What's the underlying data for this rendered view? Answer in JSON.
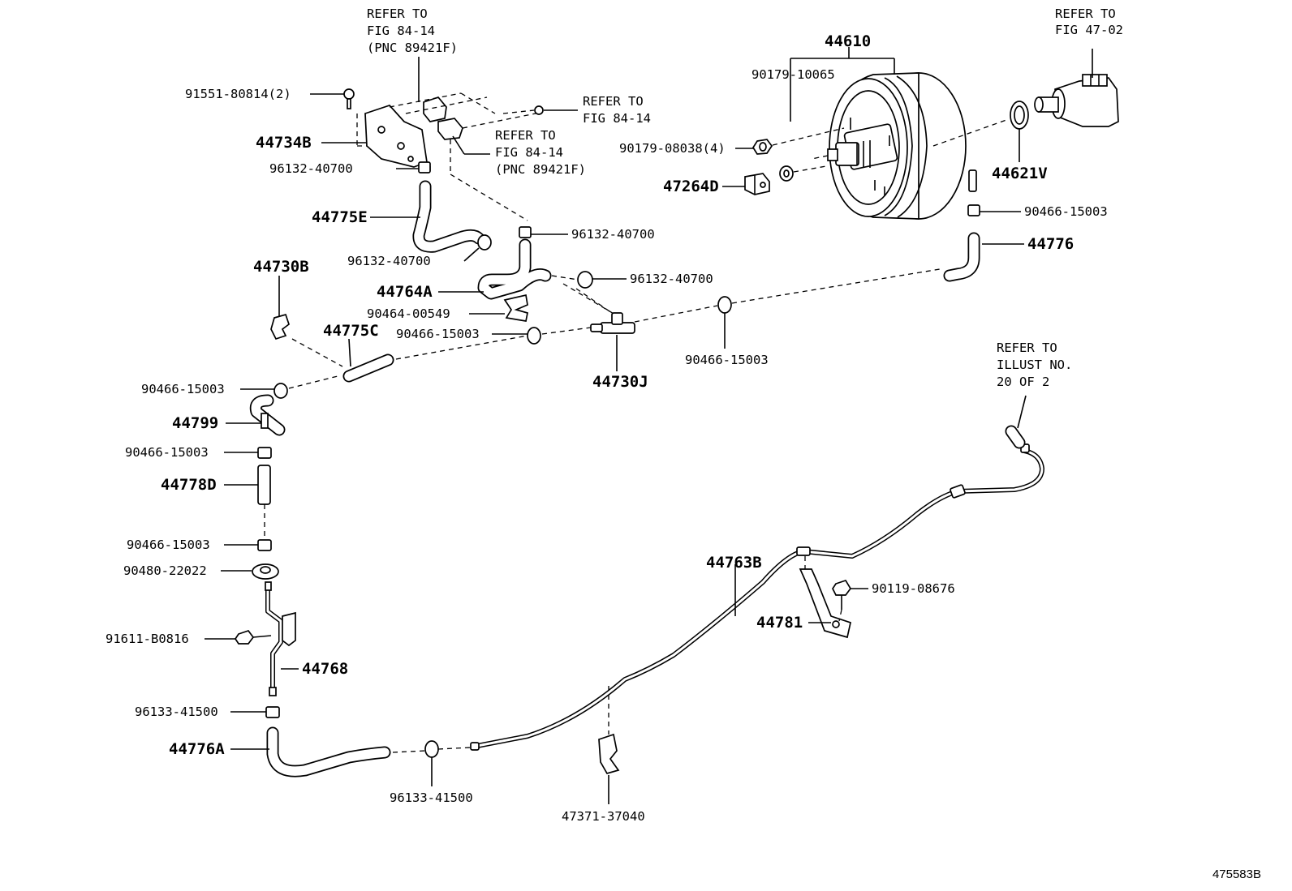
{
  "illustration_id": "475583B",
  "references": {
    "fig_84_14_pnc_top": [
      "REFER TO",
      "FIG 84-14",
      "(PNC 89421F)"
    ],
    "fig_84_14_plain": [
      "REFER TO",
      "FIG 84-14"
    ],
    "fig_84_14_pnc_mid": [
      "REFER TO",
      "FIG 84-14",
      "(PNC 89421F)"
    ],
    "fig_47_02": [
      "REFER TO",
      "FIG 47-02"
    ],
    "illust_20": [
      "REFER TO",
      "ILLUST NO.",
      "20 OF 2"
    ]
  },
  "parts": {
    "p44610": "44610",
    "p90179_10065": "90179-10065",
    "p90179_08038": "90179-08038(4)",
    "p47264D": "47264D",
    "p44621V": "44621V",
    "p90466_15003_right": "90466-15003",
    "p44776": "44776",
    "p91551_80814": "91551-80814(2)",
    "p44734B": "44734B",
    "p96132_40700_a": "96132-40700",
    "p44775E": "44775E",
    "p96132_40700_b": "96132-40700",
    "p96132_40700_c": "96132-40700",
    "p44764A": "44764A",
    "p96132_40700_d": "96132-40700",
    "p44730B": "44730B",
    "p90464_00549": "90464-00549",
    "p44775C": "44775C",
    "p90466_15003_mid": "90466-15003",
    "p44730J": "44730J",
    "p90466_15003_far": "90466-15003",
    "p90466_15003_left": "90466-15003",
    "p44799": "44799",
    "p90466_15003_l2": "90466-15003",
    "p44778D": "44778D",
    "p90466_15003_l3": "90466-15003",
    "p90480_22022": "90480-22022",
    "p91611_B0816": "91611-B0816",
    "p44768": "44768",
    "p96133_41500_a": "96133-41500",
    "p44776A": "44776A",
    "p96133_41500_b": "96133-41500",
    "p47371_37040": "47371-37040",
    "p44763B": "44763B",
    "p90119_08676": "90119-08676",
    "p44781": "44781"
  }
}
